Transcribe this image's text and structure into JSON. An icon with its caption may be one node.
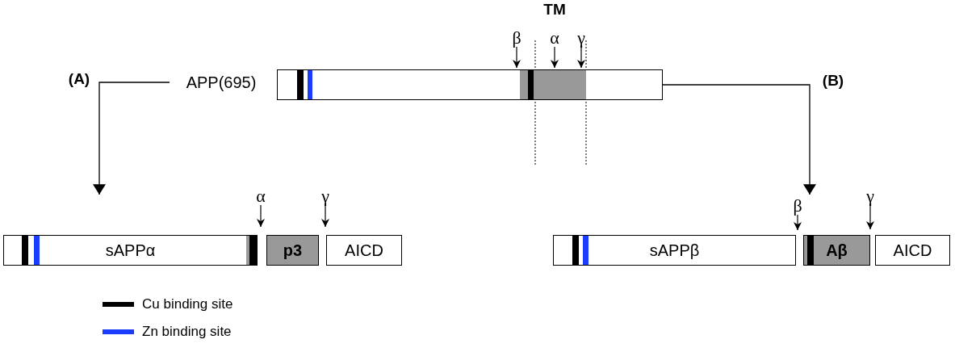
{
  "diagram": {
    "nodes": [
      {
        "text": [
          "APP(695)"
        ]
      },
      {
        "text": [],
        "shape": "bar"
      },
      {
        "text": [
          "sAPPα"
        ]
      },
      {
        "text": [
          "p3"
        ]
      },
      {
        "text": [
          "AICD"
        ]
      },
      {
        "text": [
          "sAPPβ"
        ]
      },
      {
        "text": [
          "Aβ"
        ]
      },
      {
        "text": [
          "AICD"
        ]
      }
    ],
    "edges": [
      {
        "from": 0,
        "to": 2,
        "arrow": "to"
      },
      {
        "from": 1,
        "to": 6,
        "arrow": "to"
      }
    ],
    "labels": [
      "TM",
      "β",
      "α",
      "γ",
      "(A)",
      "(B)",
      "α",
      "γ",
      "β",
      "γ"
    ],
    "legend": [
      {
        "text": "Cu binding site",
        "color": "#000000"
      },
      {
        "text": "Zn binding site",
        "color": "#1a3cff"
      }
    ]
  }
}
